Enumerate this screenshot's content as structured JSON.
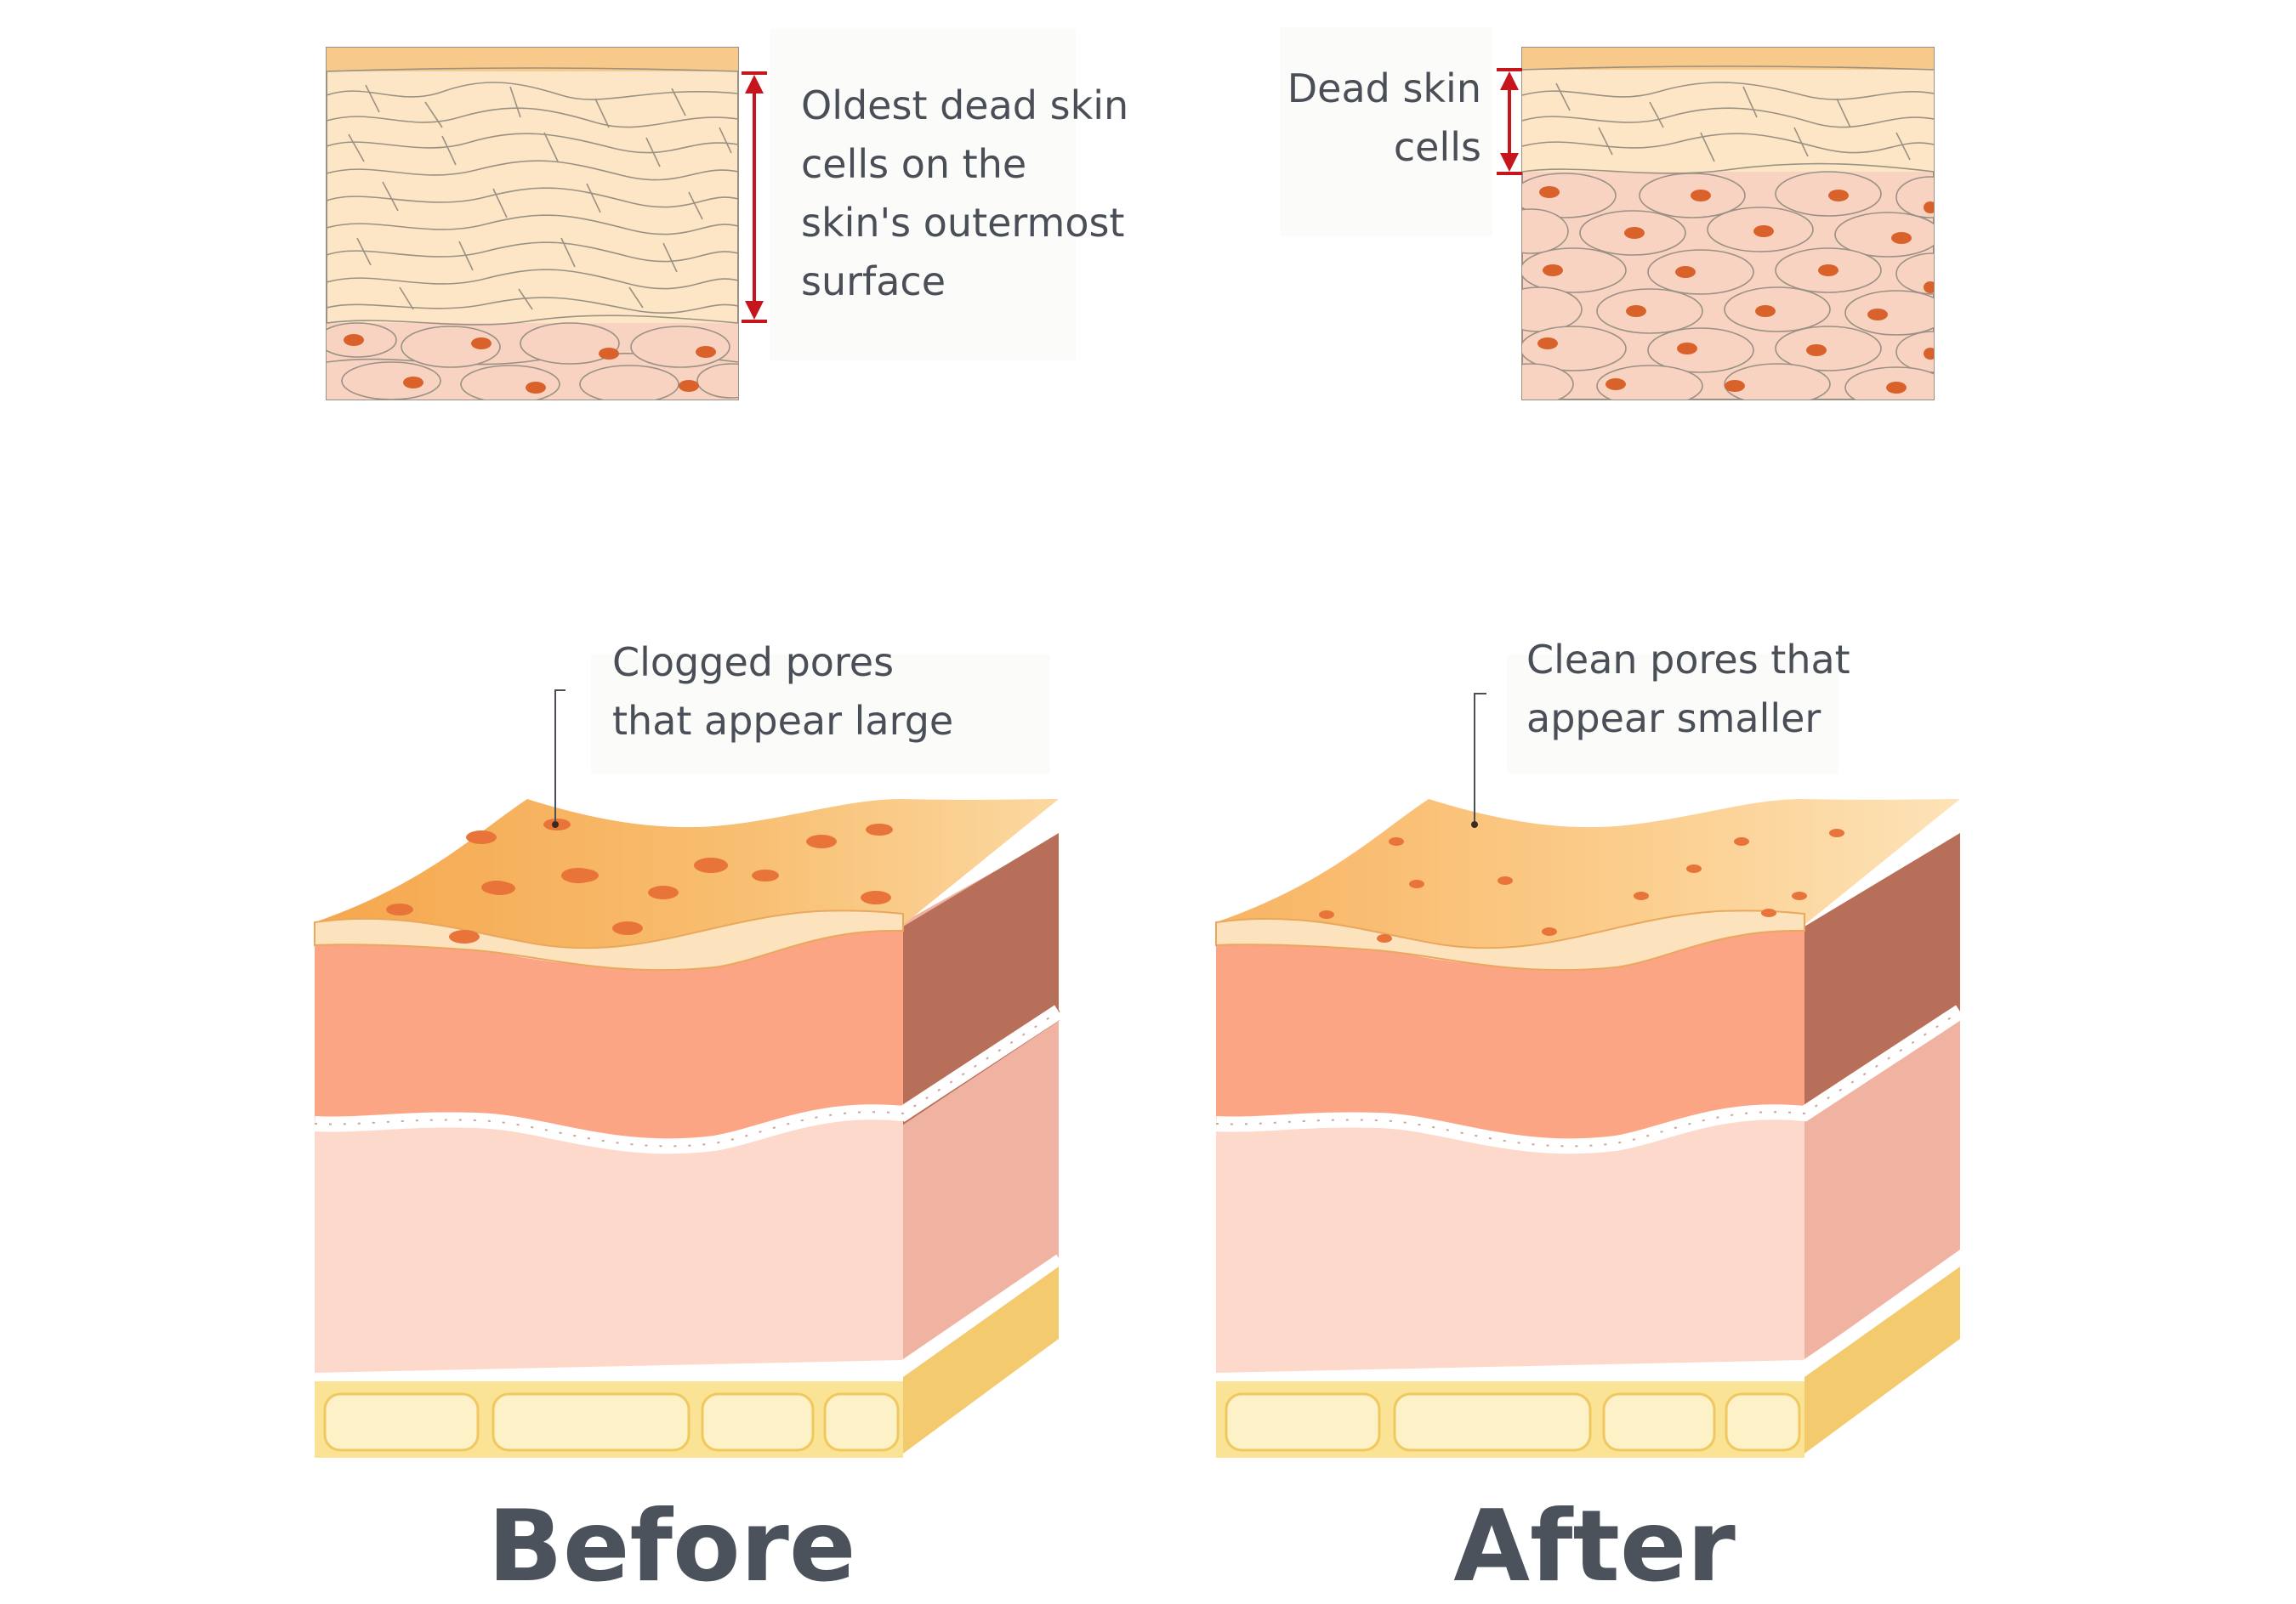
{
  "labels": {
    "oldest_dead_cells": "Oldest dead skin\ncells on the\nskin's outermost\nsurface",
    "dead_cells": "Dead skin\ncells",
    "clogged_pores": "Clogged pores\nthat appear large",
    "clean_pores": "Clean pores that\nappear smaller"
  },
  "captions": {
    "before": "Before",
    "after": "After"
  },
  "colors": {
    "stratum_top": "#f7c98a",
    "dead_cell_fill": "#fde6c6",
    "living_cell_fill": "#f9d3c2",
    "nucleus": "#d9622b",
    "arrow": "#c4161c",
    "epidermis_front": "#fba585",
    "epidermis_side": "#b86f5a",
    "dermis_front": "#fdd9cb",
    "dermis_side": "#f1b3a1",
    "fat": "#fbe396",
    "text": "#4a4f57"
  }
}
